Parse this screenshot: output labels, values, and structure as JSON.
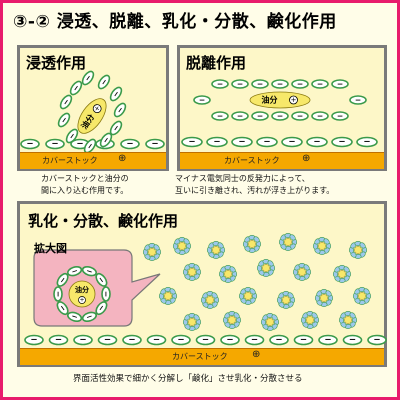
{
  "title": "③-② 浸透、脱離、乳化・分散、鹸化作用",
  "panels": {
    "permeation": {
      "heading": "浸透作用",
      "oil_label": "油分",
      "stock_label": "カバーストック",
      "note": [
        "カバーストックと油分の",
        "間に入り込む作用です。"
      ]
    },
    "detachment": {
      "heading": "脱離作用",
      "oil_label": "油分",
      "stock_label": "カバーストック",
      "note": [
        "マイナス電気同士の反発力によって、",
        "互いに引き離され、汚れが浮き上がります。"
      ]
    },
    "emulsify": {
      "heading": "乳化・分散、鹸化作用",
      "zoom_label": "拡大図",
      "oil_label": "油分",
      "stock_label": "カバーストック",
      "note": "界面活性効果で細かく分解し「鹸化」させ乳化・分散させる"
    }
  },
  "symbols": {
    "minus": "−",
    "plus": "+",
    "circled_plus": "⊕"
  },
  "colors": {
    "frame_border": "#e81c6c",
    "panel_bg": "#fdf7c8",
    "stock_bar": "#f5a800",
    "oil": "#f7e86a",
    "surfactant_ring": "#3a9a4a",
    "zoom_bubble": "#f4b4c0",
    "micelle_petal": "#9cc8ec"
  }
}
